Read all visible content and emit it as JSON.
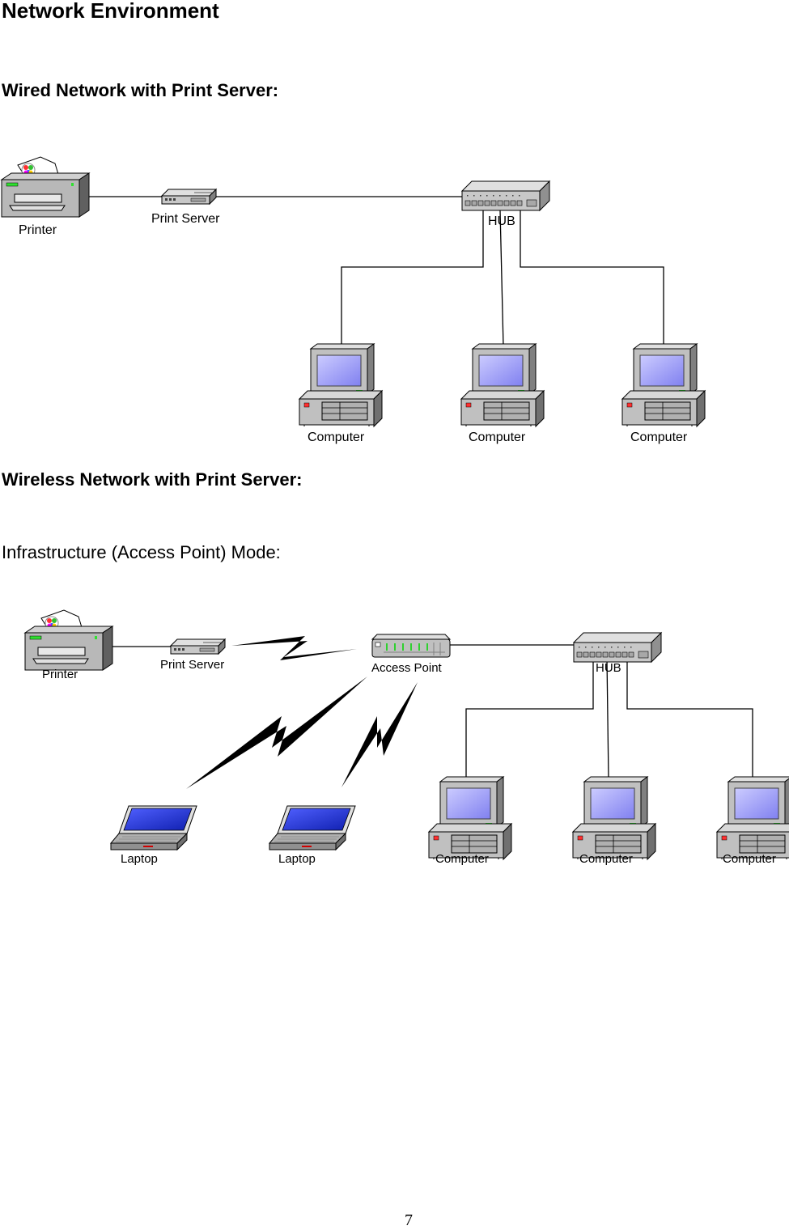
{
  "page_title": "Network Environment",
  "wired": {
    "heading": "Wired Network with Print Server:",
    "labels": {
      "printer": "Printer",
      "print_server": "Print Server",
      "hub": "HUB",
      "computer1": "Computer",
      "computer2": "Computer",
      "computer3": "Computer"
    }
  },
  "wireless": {
    "heading": "Wireless Network with Print Server:",
    "mode_heading": "Infrastructure (Access Point) Mode:",
    "labels": {
      "printer": "Printer",
      "print_server": "Print Server",
      "access_point": "Access Point",
      "hub": "HUB",
      "laptop1": "Laptop",
      "laptop2": "Laptop",
      "computer1": "Computer",
      "computer2": "Computer",
      "computer3": "Computer"
    }
  },
  "page_number": "7"
}
